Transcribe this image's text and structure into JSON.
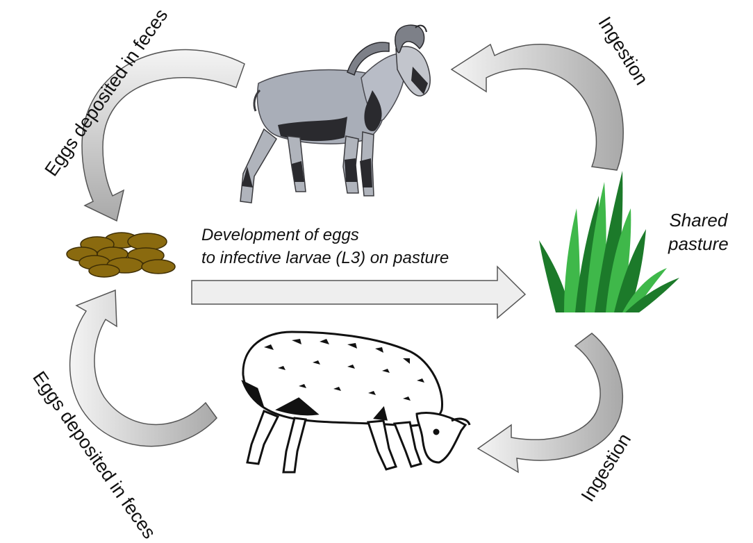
{
  "labels": {
    "eggs_top": "Eggs deposited in feces",
    "eggs_bottom": "Eggs deposited in feces",
    "ingestion_top": "Ingestion",
    "ingestion_bottom": "Ingestion",
    "development_line1": "Development of eggs",
    "development_line2": "to infective larvae (L3) on pasture",
    "shared_line1": "Shared",
    "shared_line2": "pasture"
  },
  "colors": {
    "arrow_fill": "#eeeeee",
    "arrow_edge": "#555555",
    "arrow_shade": "#a9a9a9",
    "feces_fill": "#8a6a0f",
    "feces_edge": "#3e2e05",
    "grass_dark": "#1c7a2a",
    "grass_light": "#3fb84a",
    "ram_body": "#a9aeb8",
    "ram_dark": "#2a2a2e",
    "sheep_outline": "#111111"
  },
  "icons": {
    "ram": "wild-ram-illustration",
    "sheep": "grazing-sheep-illustration",
    "feces": "feces-pellets",
    "grass": "grass-tuft"
  }
}
